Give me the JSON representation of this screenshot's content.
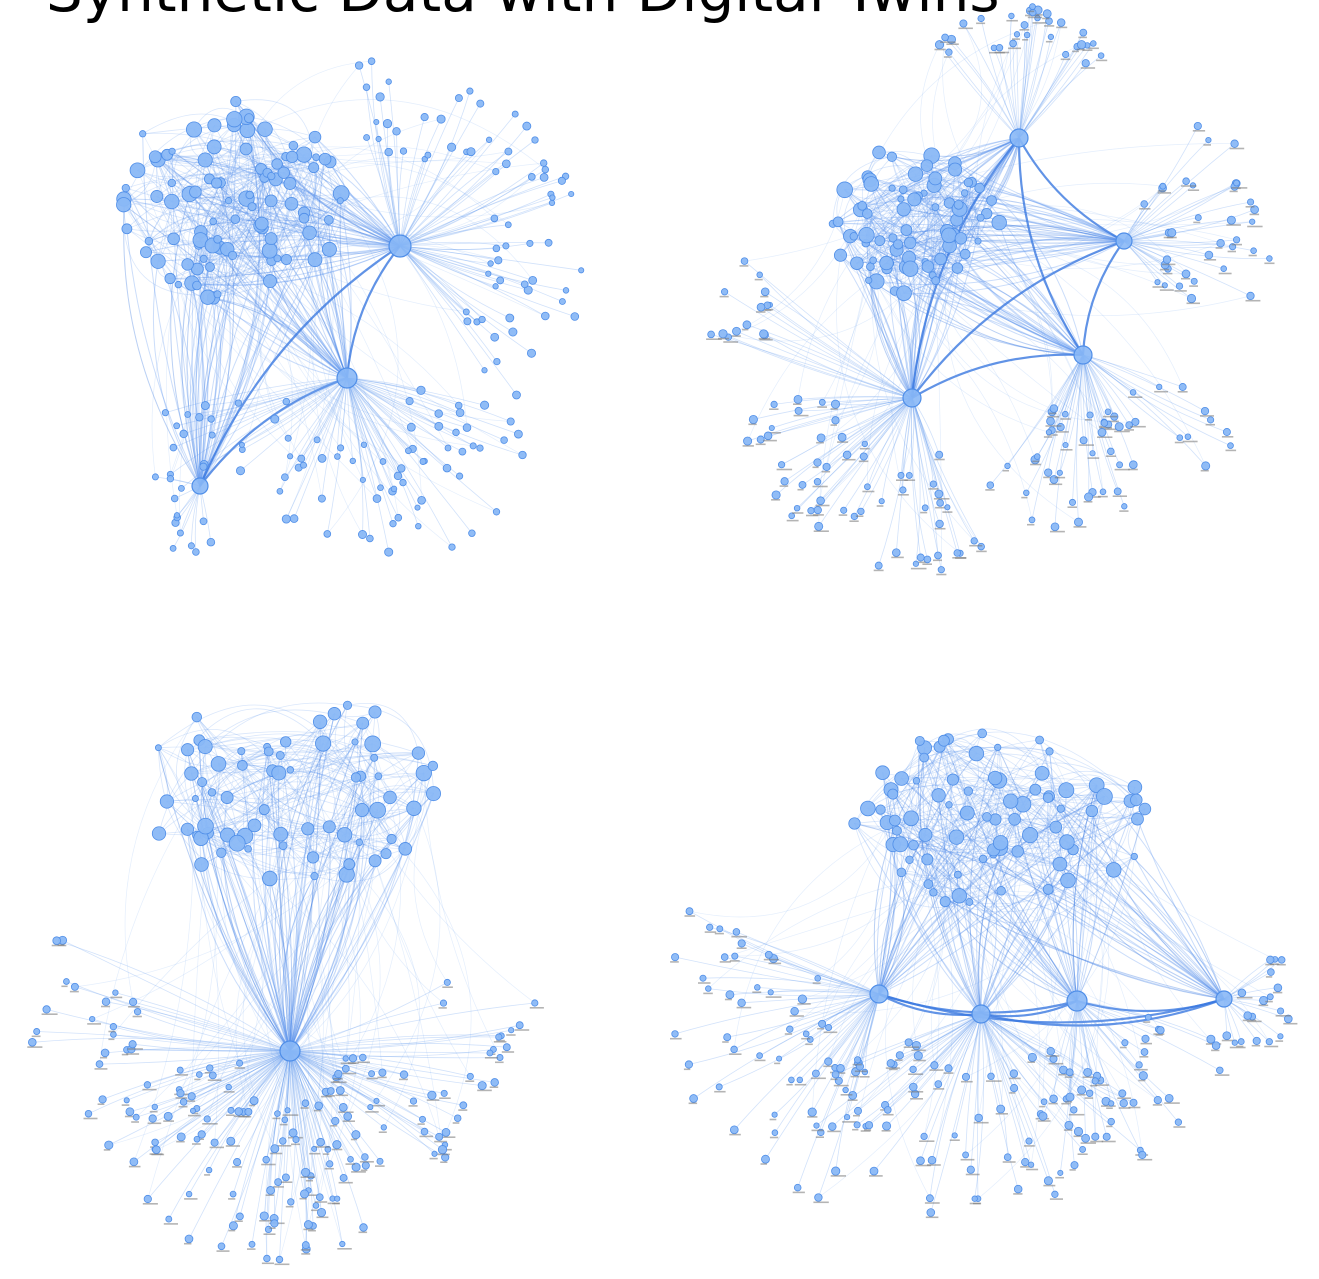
{
  "slide": {
    "title": "Synthetic Data with Digital Twins"
  },
  "colors": {
    "edge": "#6a9ff0",
    "edge_strong": "#3a78e0",
    "node_fill": "#8ab8f6",
    "node_stroke": "#4f8ee8",
    "background": "#ffffff"
  },
  "graphs": [
    {
      "name": "network-graph-top-left",
      "hubs": [
        {
          "id": "hub-a",
          "size": "large"
        },
        {
          "id": "hub-b",
          "size": "large"
        },
        {
          "id": "hub-c",
          "size": "medium"
        }
      ],
      "has_node_labels": false
    },
    {
      "name": "network-graph-top-right",
      "hubs": [
        {
          "id": "hub-a",
          "size": "medium"
        },
        {
          "id": "hub-b",
          "size": "medium"
        },
        {
          "id": "hub-c",
          "size": "medium"
        },
        {
          "id": "hub-d",
          "size": "medium"
        }
      ],
      "has_node_labels": true
    },
    {
      "name": "network-graph-bottom-left",
      "hubs": [
        {
          "id": "hub-a",
          "size": "medium"
        }
      ],
      "has_node_labels": true
    },
    {
      "name": "network-graph-bottom-right",
      "hubs": [
        {
          "id": "hub-a",
          "size": "medium"
        },
        {
          "id": "hub-b",
          "size": "medium"
        },
        {
          "id": "hub-c",
          "size": "medium"
        },
        {
          "id": "hub-d",
          "size": "medium"
        }
      ],
      "has_node_labels": true
    }
  ]
}
